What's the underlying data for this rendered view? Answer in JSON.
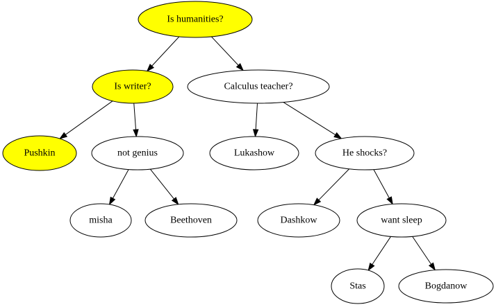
{
  "colors": {
    "highlight": "#ffff00",
    "normal": "#ffffff",
    "stroke": "#000000"
  },
  "nodes": [
    {
      "id": "is_humanities",
      "label": "Is humanities?",
      "highlighted": true
    },
    {
      "id": "is_writer",
      "label": "Is writer?",
      "highlighted": true
    },
    {
      "id": "calculus_teacher",
      "label": "Calculus teacher?",
      "highlighted": false
    },
    {
      "id": "pushkin",
      "label": "Pushkin",
      "highlighted": true
    },
    {
      "id": "not_genius",
      "label": "not genius",
      "highlighted": false
    },
    {
      "id": "lukashow",
      "label": "Lukashow",
      "highlighted": false
    },
    {
      "id": "he_shocks",
      "label": "He shocks?",
      "highlighted": false
    },
    {
      "id": "misha",
      "label": "misha",
      "highlighted": false
    },
    {
      "id": "beethoven",
      "label": "Beethoven",
      "highlighted": false
    },
    {
      "id": "dashkow",
      "label": "Dashkow",
      "highlighted": false
    },
    {
      "id": "want_sleep",
      "label": "want sleep",
      "highlighted": false
    },
    {
      "id": "stas",
      "label": "Stas",
      "highlighted": false
    },
    {
      "id": "bogdanow",
      "label": "Bogdanow",
      "highlighted": false
    }
  ],
  "edges": [
    {
      "from": "is_humanities",
      "to": "is_writer"
    },
    {
      "from": "is_humanities",
      "to": "calculus_teacher"
    },
    {
      "from": "is_writer",
      "to": "pushkin"
    },
    {
      "from": "is_writer",
      "to": "not_genius"
    },
    {
      "from": "calculus_teacher",
      "to": "lukashow"
    },
    {
      "from": "calculus_teacher",
      "to": "he_shocks"
    },
    {
      "from": "not_genius",
      "to": "misha"
    },
    {
      "from": "not_genius",
      "to": "beethoven"
    },
    {
      "from": "he_shocks",
      "to": "dashkow"
    },
    {
      "from": "he_shocks",
      "to": "want_sleep"
    },
    {
      "from": "want_sleep",
      "to": "stas"
    },
    {
      "from": "want_sleep",
      "to": "bogdanow"
    }
  ]
}
